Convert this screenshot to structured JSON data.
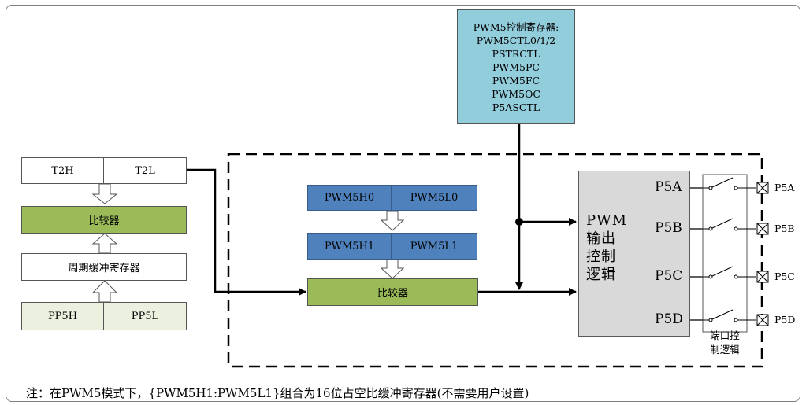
{
  "control_registers": {
    "title": "PWM5控制寄存器:",
    "items": [
      "PWM5CTL0/1/2",
      "PSTRCTL",
      "PWM5PC",
      "PWM5FC",
      "PWM5OC",
      "P5ASCTL"
    ]
  },
  "timer": {
    "high": "T2H",
    "low": "T2L"
  },
  "comparator_left": "比较器",
  "period_buffer": "周期缓冲寄存器",
  "period": {
    "high": "PP5H",
    "low": "PP5L"
  },
  "duty0": {
    "high": "PWM5H0",
    "low": "PWM5L0"
  },
  "duty1": {
    "high": "PWM5H1",
    "low": "PWM5L1"
  },
  "comparator_center": "比较器",
  "pwm_block": {
    "l1": "PWM",
    "l2": "输出",
    "l3": "控制",
    "l4": "逻辑"
  },
  "pins": [
    "P5A",
    "P5B",
    "P5C",
    "P5D"
  ],
  "outputs": [
    "P5A",
    "P5B",
    "P5C",
    "P5D"
  ],
  "port_logic": {
    "l1": "端口控",
    "l2": "制逻辑"
  },
  "note": "注：在PWM5模式下，{PWM5H1:PWM5L1}组合为16位占空比缓冲寄存器(不需要用户设置)"
}
